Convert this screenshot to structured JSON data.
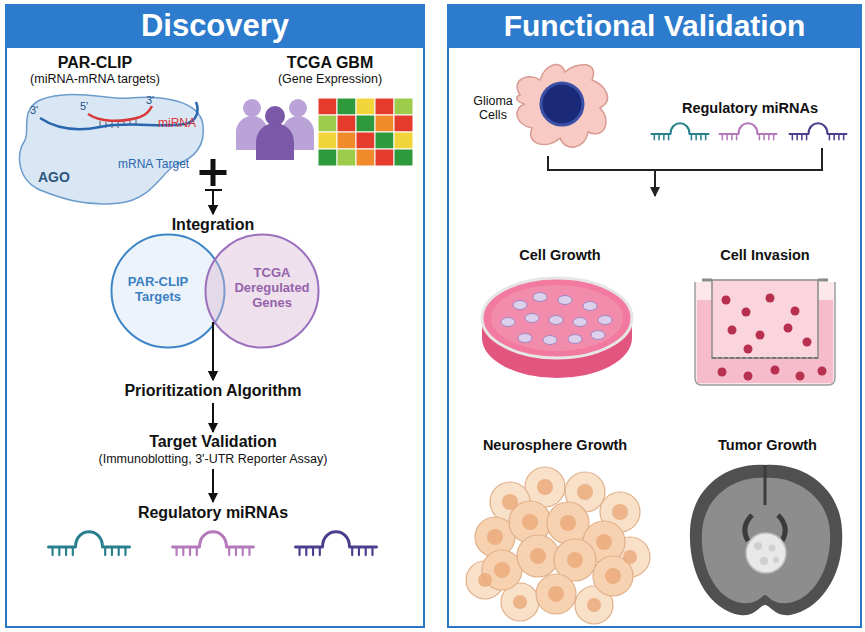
{
  "diagram": {
    "nodes": [
      {
        "text": [
          "Discovery"
        ]
      },
      {
        "text": [
          "PAR-CLIP",
          "(miRNA-mRNA targets)"
        ],
        "in": 0
      },
      {
        "text": [
          "TCGA GBM",
          "(Gene Expression)"
        ],
        "in": 0
      },
      {
        "text": [
          "Integration"
        ],
        "in": 0
      },
      {
        "text": [
          "PAR-CLIP Targets"
        ],
        "in": 0
      },
      {
        "text": [
          "TCGA Deregulated Genes"
        ],
        "in": 0
      },
      {
        "text": [
          "Prioritization Algorithm"
        ],
        "in": 0
      },
      {
        "text": [
          "Target Validation",
          "(Immunoblotting, 3'-UTR Reporter Assay)"
        ],
        "in": 0
      },
      {
        "text": [
          "Regulatory miRNAs"
        ],
        "in": 0
      },
      {
        "text": [
          "Functional Validation"
        ]
      },
      {
        "text": [
          "Glioma Cells"
        ],
        "in": 9
      },
      {
        "text": [
          "Regulatory miRNAs"
        ],
        "in": 9
      },
      {
        "text": [
          "Cell Growth"
        ],
        "in": 9
      },
      {
        "text": [
          "Cell Invasion"
        ],
        "in": 9
      },
      {
        "text": [
          "Neurosphere Growth"
        ],
        "in": 9
      },
      {
        "text": [
          "Tumor Growth"
        ],
        "in": 9
      }
    ],
    "edges": [
      {
        "from": 1,
        "to": 3,
        "arrow": "to"
      },
      {
        "from": 2,
        "to": 3,
        "arrow": "to"
      },
      {
        "from": 4,
        "to": 6,
        "arrow": "to"
      },
      {
        "from": 5,
        "to": 6,
        "arrow": "to"
      },
      {
        "from": 6,
        "to": 7,
        "arrow": "to"
      },
      {
        "from": 7,
        "to": 8,
        "arrow": "to"
      }
    ],
    "labels": [
      "3'",
      "5'",
      "3'",
      "miRNA",
      "mRNA Target",
      "AGO"
    ]
  }
}
